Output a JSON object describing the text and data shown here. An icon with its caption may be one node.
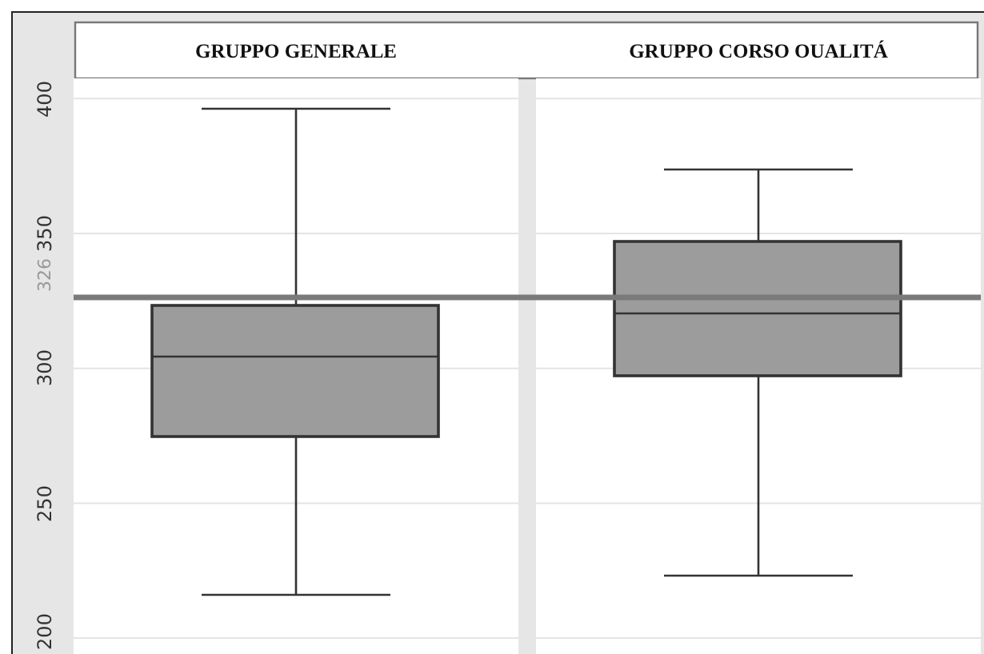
{
  "diagram": {
    "labels": [
      "GRUPPO GENERALE",
      "GRUPPO CORSO OUALITÁ",
      "400",
      "350",
      "326",
      "300",
      "250",
      "200"
    ]
  }
}
